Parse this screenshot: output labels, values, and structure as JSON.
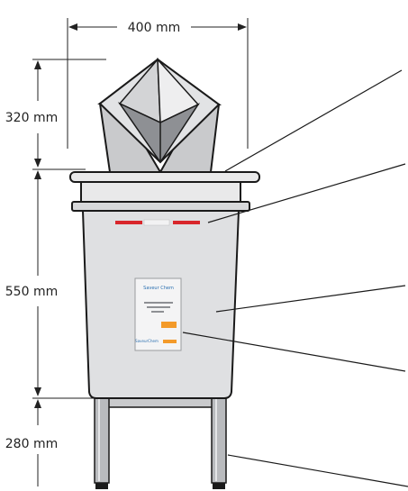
{
  "dimensions": {
    "width_label": "400 mm",
    "hopper_height_label": "320 mm",
    "body_height_label": "550 mm",
    "legs_height_label": "280 mm"
  },
  "panel": {
    "logo_text": "Saveur Chem",
    "badge_text": "SaveurChem"
  },
  "colors": {
    "line": "#1a1a1a",
    "metal_light": "#e9e9ea",
    "metal_mid": "#c9cacc",
    "metal_dark": "#8e9094",
    "red_stripe": "#d8262b",
    "orange_tag": "#f39a2a",
    "blue_logo": "#2a6fb0"
  }
}
